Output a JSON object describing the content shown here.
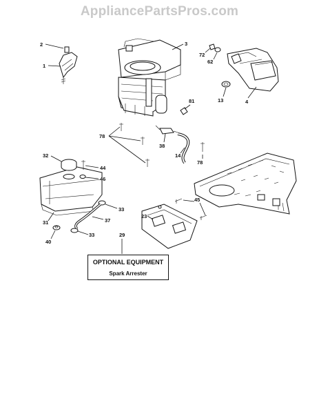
{
  "watermark": "AppliancePartsPros.com",
  "callouts": {
    "c1": "1",
    "c2": "2",
    "c3": "3",
    "c4": "4",
    "c13": "13",
    "c14": "14",
    "c23": "23",
    "c29": "29",
    "c31": "31",
    "c32": "32",
    "c33a": "33",
    "c33b": "33",
    "c37": "37",
    "c38": "38",
    "c40": "40",
    "c44": "44",
    "c45": "45",
    "c46": "46",
    "c62": "62",
    "c72": "72",
    "c78a": "78",
    "c78b": "78",
    "c81": "81"
  },
  "optional_box": {
    "title": "OPTIONAL EQUIPMENT",
    "subtitle": "Spark Arrester"
  }
}
